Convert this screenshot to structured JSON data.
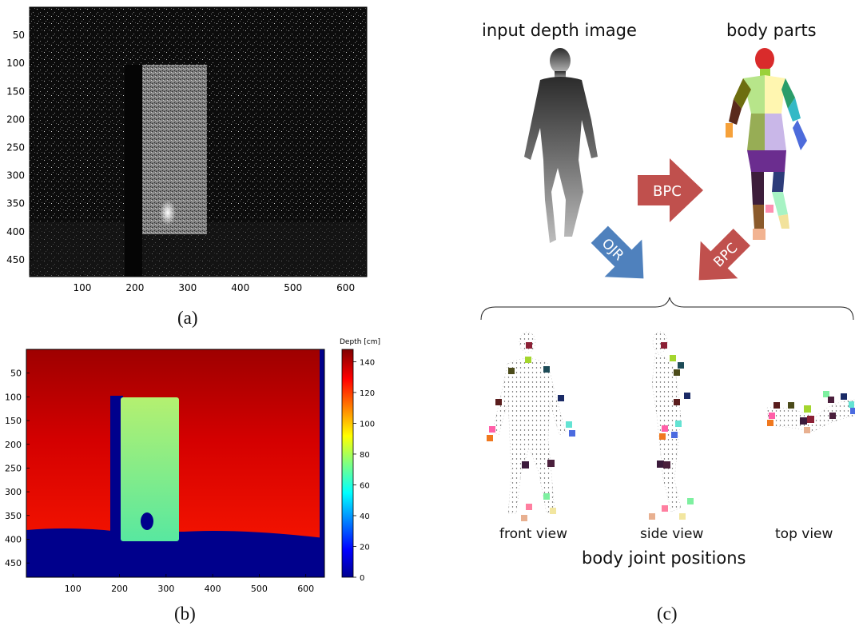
{
  "panel_a": {
    "label": "(a)",
    "x_ticks": [
      "100",
      "200",
      "300",
      "400",
      "500",
      "600"
    ],
    "y_ticks": [
      "50",
      "100",
      "150",
      "200",
      "250",
      "300",
      "350",
      "400",
      "450"
    ]
  },
  "panel_b": {
    "label": "(b)",
    "x_ticks": [
      "100",
      "200",
      "300",
      "400",
      "500",
      "600"
    ],
    "y_ticks": [
      "50",
      "100",
      "150",
      "200",
      "250",
      "300",
      "350",
      "400",
      "450"
    ],
    "colorbar": {
      "title": "Depth [cm]",
      "ticks": [
        "140",
        "120",
        "100",
        "80",
        "60",
        "40",
        "20",
        "0"
      ]
    }
  },
  "panel_c": {
    "label": "(c)",
    "input_title": "input depth image",
    "parts_title": "body parts",
    "arrow_bpc_top": "BPC",
    "arrow_ojr": "OJR",
    "arrow_bpc_bottom": "BPC",
    "views": [
      "front view",
      "side view",
      "top view"
    ],
    "joints_title": "body joint positions"
  },
  "colors": {
    "arrow_red": "#c0504d",
    "arrow_blue": "#4f81bd",
    "depth_far": "#b00000",
    "depth_floor": "#00008c",
    "depth_object": "#9af080"
  }
}
